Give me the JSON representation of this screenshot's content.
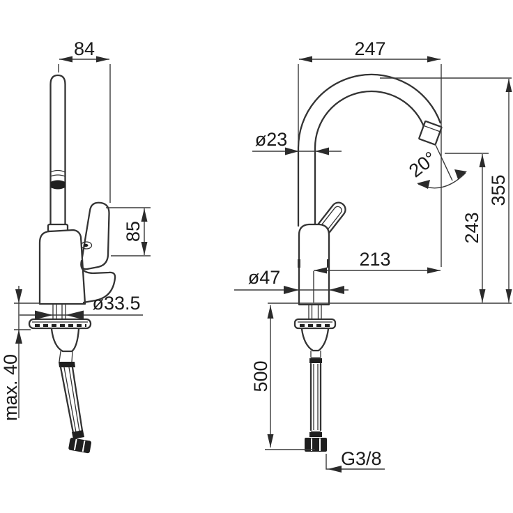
{
  "drawing": {
    "title": "faucet-technical-drawing",
    "background": "#ffffff",
    "line_color": "#333333",
    "text_color": "#1a1a1a",
    "side_view": {
      "dim_spout_center_to_handle": "84",
      "dim_handle_height": "85",
      "dim_shank_diameter": "ø33.5",
      "dim_max_deck_thickness": "max. 40"
    },
    "front_view": {
      "dim_spout_reach_overall": "247",
      "dim_spout_tube_diameter": "ø23",
      "dim_outlet_angle": "20°",
      "dim_outlet_height": "243",
      "dim_overall_height": "355",
      "dim_outlet_to_body_center": "213",
      "dim_body_diameter": "ø47",
      "dim_hose_length": "500",
      "dim_connection_thread": "G3/8"
    }
  }
}
